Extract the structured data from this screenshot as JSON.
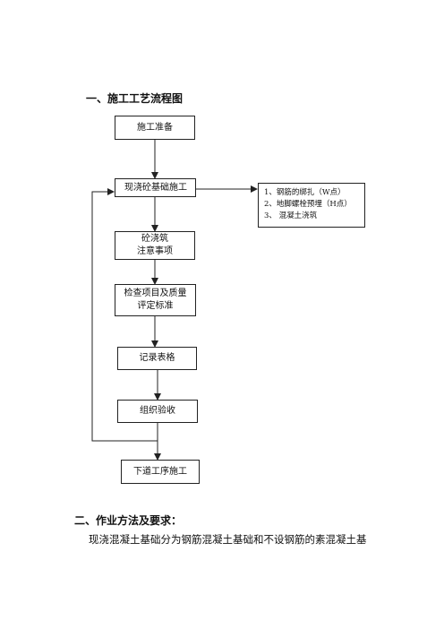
{
  "section1": {
    "title": "一、施工工艺流程图"
  },
  "flow": {
    "step1": "施工准备",
    "step2": "现浇砼基础施工",
    "step3_line1": "砼浇筑",
    "step3_line2": "注意事项",
    "step4_line1": "检查项目及质量",
    "step4_line2": "评定标准",
    "step5": "记录表格",
    "step6": "组织验收",
    "step7": "下道工序施工"
  },
  "notes": [
    "1、钢筋的绑扎（W点）",
    "2、地脚螺栓预埋（H点）",
    "3、 混凝土浇筑"
  ],
  "section2": {
    "title": "二、作业方法及要求：",
    "paragraph": "现浇混凝土基础分为钢筋混凝土基础和不设钢筋的素混凝土基"
  }
}
